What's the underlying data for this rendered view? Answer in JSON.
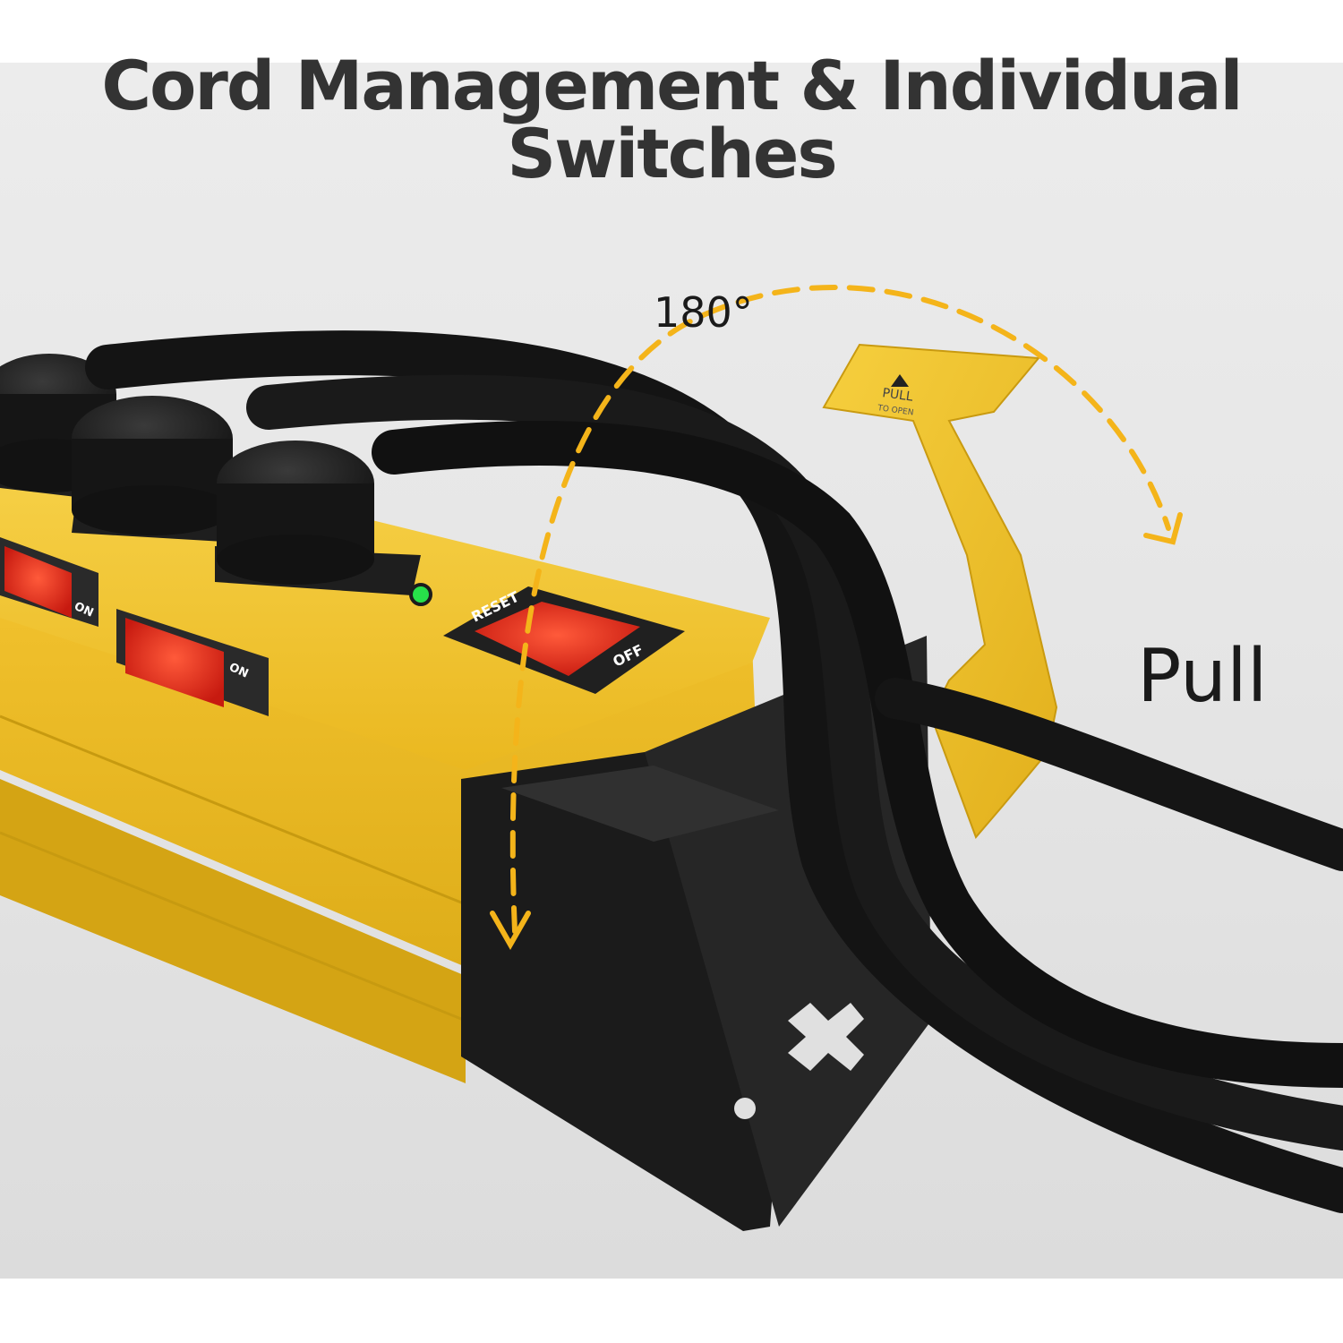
{
  "headline": "Cord Management & Individual Switches",
  "callouts": {
    "angle": "180°",
    "action": "Pull"
  },
  "hook_label": {
    "line1": "PULL",
    "line2": "TO OPEN"
  },
  "switch_labels": {
    "reset": "RESET",
    "off": "OFF",
    "on": "ON"
  },
  "colors": {
    "body_yellow": "#f2c230",
    "bracket_black": "#1b1b1b",
    "cord_black": "#161616",
    "switch_red": "#e0281c",
    "indicator_green": "#27e04a",
    "arrow_yellow": "#f4b41a",
    "headline_text": "#333333"
  }
}
